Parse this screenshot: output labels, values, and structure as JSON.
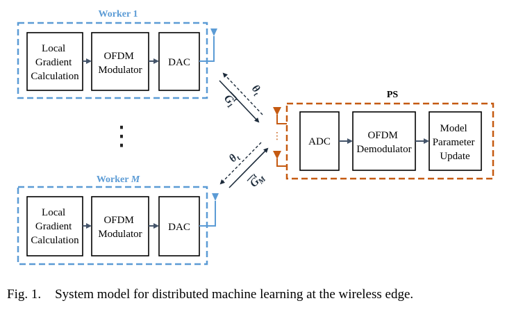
{
  "workers": [
    {
      "title": "Worker 1",
      "blocks": [
        {
          "lines": [
            "Local",
            "Gradient",
            "Calculation"
          ]
        },
        {
          "lines": [
            "OFDM",
            "Modulator"
          ]
        },
        {
          "lines": [
            "DAC"
          ]
        }
      ]
    },
    {
      "title_prefix": "Worker ",
      "title_var": "M",
      "blocks": [
        {
          "lines": [
            "Local",
            "Gradient",
            "Calculation"
          ]
        },
        {
          "lines": [
            "OFDM",
            "Modulator"
          ]
        },
        {
          "lines": [
            "DAC"
          ]
        }
      ]
    }
  ],
  "ps": {
    "title": "PS",
    "blocks": [
      {
        "lines": [
          "ADC"
        ]
      },
      {
        "lines": [
          "OFDM",
          "Demodulator"
        ]
      },
      {
        "lines": [
          "Model",
          "Parameter",
          "Update"
        ]
      }
    ]
  },
  "links": {
    "theta_1": "θ",
    "theta_1_sub": "t",
    "grad_1": "G",
    "grad_1_sup": "t",
    "grad_1_sub": "1",
    "theta_m": "θ",
    "theta_m_sub": "t",
    "grad_m": "G",
    "grad_m_sup": "t",
    "grad_m_sub": "M"
  },
  "vdots": "⋮",
  "caption": {
    "label": "Fig. 1.",
    "text": "System model for distributed machine learning at the wireless edge."
  },
  "colors": {
    "worker": "#5b9bd5",
    "ps": "#c55a11",
    "arrow": "#44546a"
  }
}
